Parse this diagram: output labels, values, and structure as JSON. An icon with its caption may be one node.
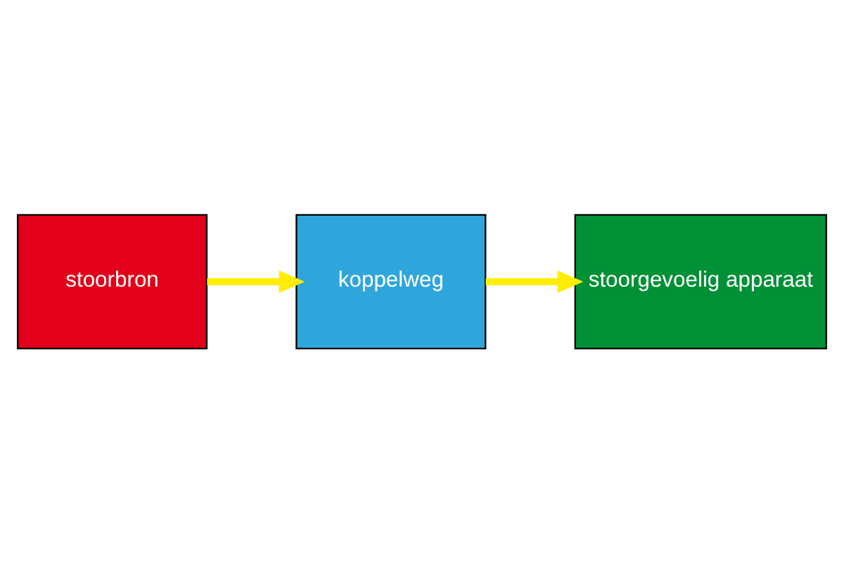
{
  "diagram": {
    "nodes": [
      {
        "text": [
          "stoorbron"
        ]
      },
      {
        "text": [
          "koppelweg"
        ]
      },
      {
        "text": [
          "stoorgevoelig apparaat"
        ]
      }
    ],
    "edges": [
      {
        "from": 0,
        "to": 1,
        "arrow": "to"
      },
      {
        "from": 1,
        "to": 2,
        "arrow": "to"
      }
    ]
  }
}
